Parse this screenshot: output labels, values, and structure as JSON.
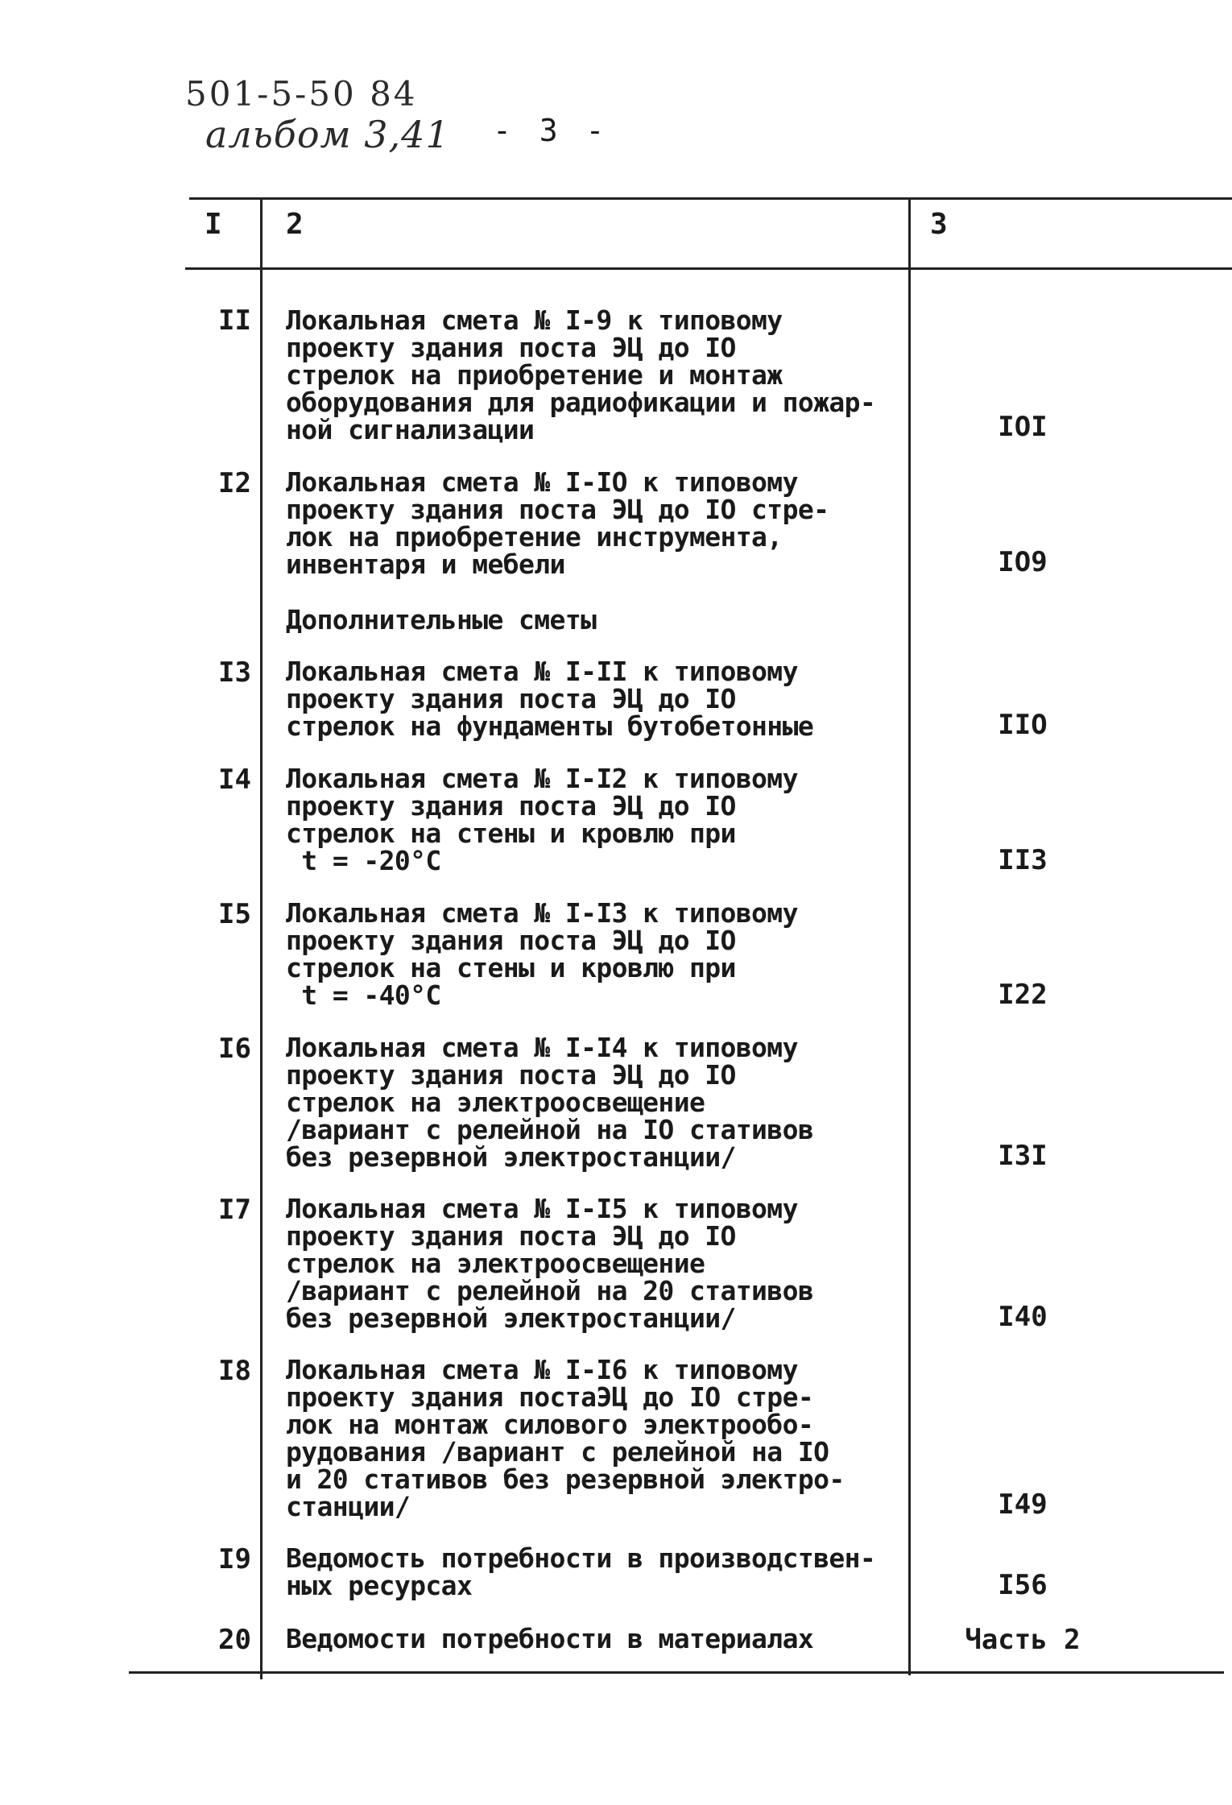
{
  "header": {
    "code": "501-5-50 84",
    "album": "альбом 3,41",
    "page": "- 3 -"
  },
  "table": {
    "columns": [
      "I",
      "2",
      "3"
    ],
    "rows": [
      {
        "num": "II",
        "text": "Локальная смета № I-9 к типовому\nпроекту здания поста ЭЦ до IO\nстрелок на приобретение и монтаж\nоборудования для радиофикации и пожар-\nной сигнализации",
        "page": "IOI"
      },
      {
        "num": "I2",
        "text": "Локальная смета № I-IO к типовому\nпроекту здания поста ЭЦ до IO стре-\nлок на приобретение инструмента,\nинвентаря и мебели",
        "page": "IO9"
      },
      {
        "num": "I3",
        "text": "Локальная смета № I-II к типовому\nпроекту здания поста ЭЦ до IO\nстрелок на фундаменты бутобетонные",
        "page": "IIO"
      },
      {
        "num": "I4",
        "text": "Локальная смета № I-I2 к типовому\nпроекту здания поста ЭЦ до IO\nстрелок на стены и кровлю при\n t = -20°C",
        "page": "II3"
      },
      {
        "num": "I5",
        "text": "Локальная смета № I-I3 к типовому\nпроекту здания поста ЭЦ до IO\nстрелок на стены и кровлю при\n t = -40°C",
        "page": "I22"
      },
      {
        "num": "I6",
        "text": "Локальная смета № I-I4 к типовому\nпроекту здания поста ЭЦ до IO\nстрелок на электроосвещение\n/вариант с релейной на IO стативов\nбез резервной электростанции/",
        "page": "I3I"
      },
      {
        "num": "I7",
        "text": "Локальная смета № I-I5 к типовому\nпроекту здания поста ЭЦ до IO\nстрелок на электроосвещение\n/вариант с релейной на 20 стативов\nбез резервной электростанции/",
        "page": "I40"
      },
      {
        "num": "I8",
        "text": "Локальная смета № I-I6 к типовому\nпроекту здания постаЭЦ до IO стре-\nлок на монтаж силового электрообо-\nрудования /вариант с релейной на IO\nи 20 стативов без резервной электро-\nстанции/",
        "page": "I49"
      },
      {
        "num": "I9",
        "text": "Ведомость потребности в производствен-\nных ресурсах",
        "page": "I56"
      },
      {
        "num": "20",
        "text": "Ведомости потребности в материалах",
        "page": "Часть 2"
      }
    ],
    "subheading": "Дополнительные сметы"
  }
}
